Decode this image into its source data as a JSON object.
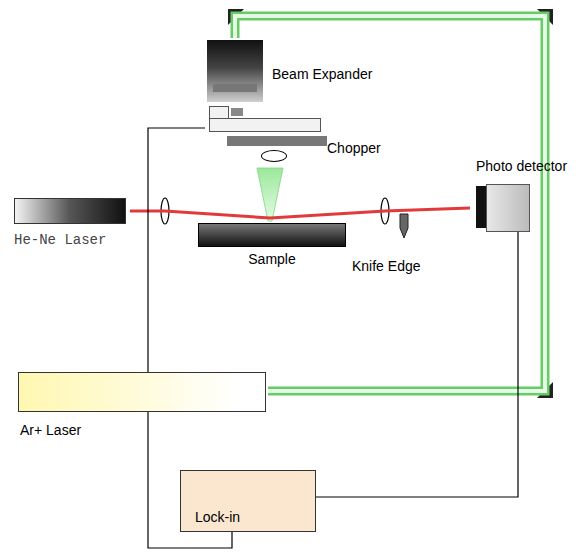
{
  "diagram": {
    "nodes": [
      {
        "text": [
          "Beam Expander"
        ]
      },
      {
        "text": [
          "Chopper"
        ]
      },
      {
        "text": [
          "Photo detector"
        ]
      },
      {
        "text": [
          "He-Ne Laser"
        ]
      },
      {
        "text": [
          "Sample"
        ]
      },
      {
        "text": [
          "Ar+ Laser"
        ]
      },
      {
        "text": [
          "Lock-in"
        ]
      }
    ],
    "edges": [
      {
        "from": 5,
        "to": 0,
        "arrow": "none"
      },
      {
        "from": 3,
        "to": 2,
        "arrow": "none"
      },
      {
        "from": 1,
        "to": 6,
        "arrow": "none"
      },
      {
        "from": 2,
        "to": 6,
        "arrow": "none"
      }
    ],
    "labels": [
      "Knife Edge"
    ]
  }
}
